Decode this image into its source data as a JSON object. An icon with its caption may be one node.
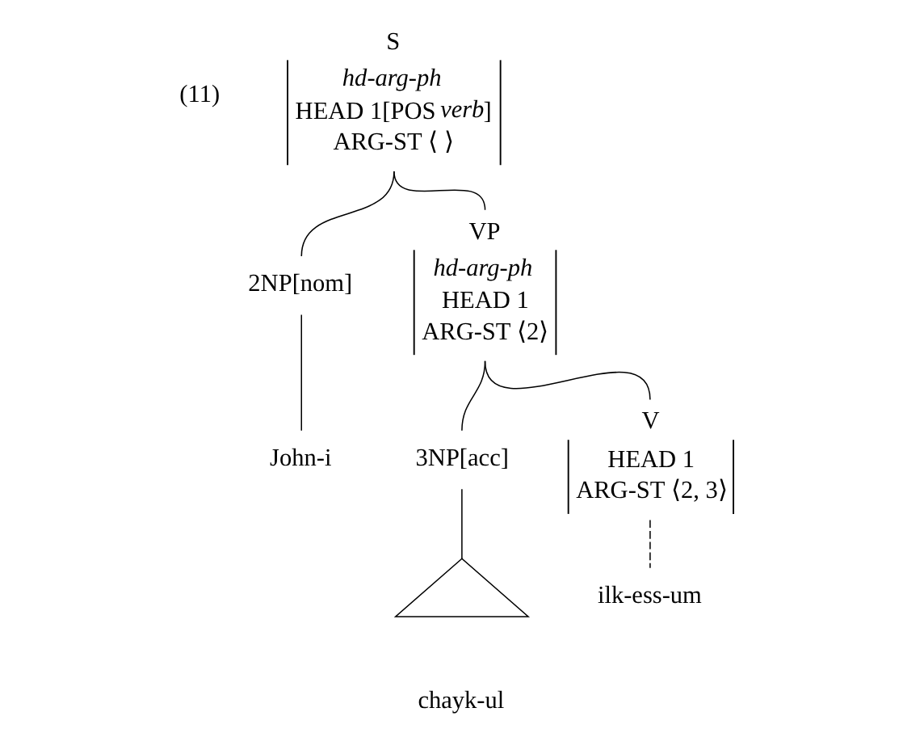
{
  "diagram": {
    "nodes": [
      {
        "text": [
          "S",
          "hd-arg-ph",
          "HEAD 1[POS *verb*]",
          "ARG-ST ⟨ ⟩"
        ]
      },
      {
        "text": [
          "2NP[nom]"
        ]
      },
      {
        "text": [
          "VP",
          "hd-arg-ph",
          "HEAD 1",
          "ARG-ST ⟨2⟩"
        ]
      },
      {
        "text": [
          "John-i"
        ]
      },
      {
        "text": [
          "3NP[acc]"
        ]
      },
      {
        "text": [
          "V",
          "HEAD 1",
          "ARG-ST ⟨2, 3⟩"
        ]
      },
      {
        "text": [],
        "shape": "triangle",
        "beside": [
          "chayk-ul"
        ]
      },
      {
        "text": [
          "ilk-ess-um"
        ]
      }
    ],
    "edges": [
      {
        "from": 0,
        "to": 1,
        "arrow": "none"
      },
      {
        "from": 0,
        "to": 2,
        "arrow": "none"
      },
      {
        "from": 1,
        "to": 3,
        "arrow": "none"
      },
      {
        "from": 2,
        "to": 4,
        "arrow": "none"
      },
      {
        "from": 2,
        "to": 5,
        "arrow": "none"
      },
      {
        "from": 4,
        "to": 6,
        "arrow": "none"
      },
      {
        "from": 5,
        "to": 7,
        "arrow": "none",
        "style": "dashed"
      }
    ],
    "labels": [
      "(11)"
    ]
  }
}
